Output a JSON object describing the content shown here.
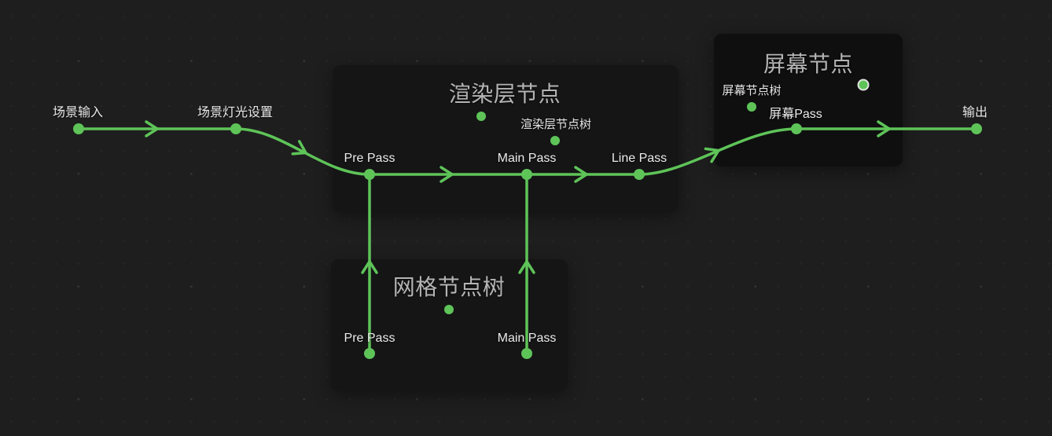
{
  "colors": {
    "background": "#1e1e1e",
    "accent-green": "#5ec458",
    "box-fill": "#151516",
    "screen-box-fill": "#0f0f10",
    "title-text": "#b4b4b4",
    "label-text": "#e8e8e8",
    "selected-dot-ring": "#e3e3e3"
  },
  "nodes": {
    "scene_input": "场景输入",
    "scene_light_settings": "场景灯光设置",
    "output": "输出"
  },
  "render_layer_group": {
    "title": "渲染层节点",
    "tree_label": "渲染层节点树",
    "pre_pass": "Pre Pass",
    "main_pass": "Main Pass",
    "line_pass": "Line Pass"
  },
  "screen_group": {
    "title": "屏幕节点",
    "tree_label": "屏幕节点树",
    "screen_pass": "屏幕Pass"
  },
  "mesh_group": {
    "title": "网格节点树",
    "pre_pass": "Pre Pass",
    "main_pass": "Main Pass"
  }
}
